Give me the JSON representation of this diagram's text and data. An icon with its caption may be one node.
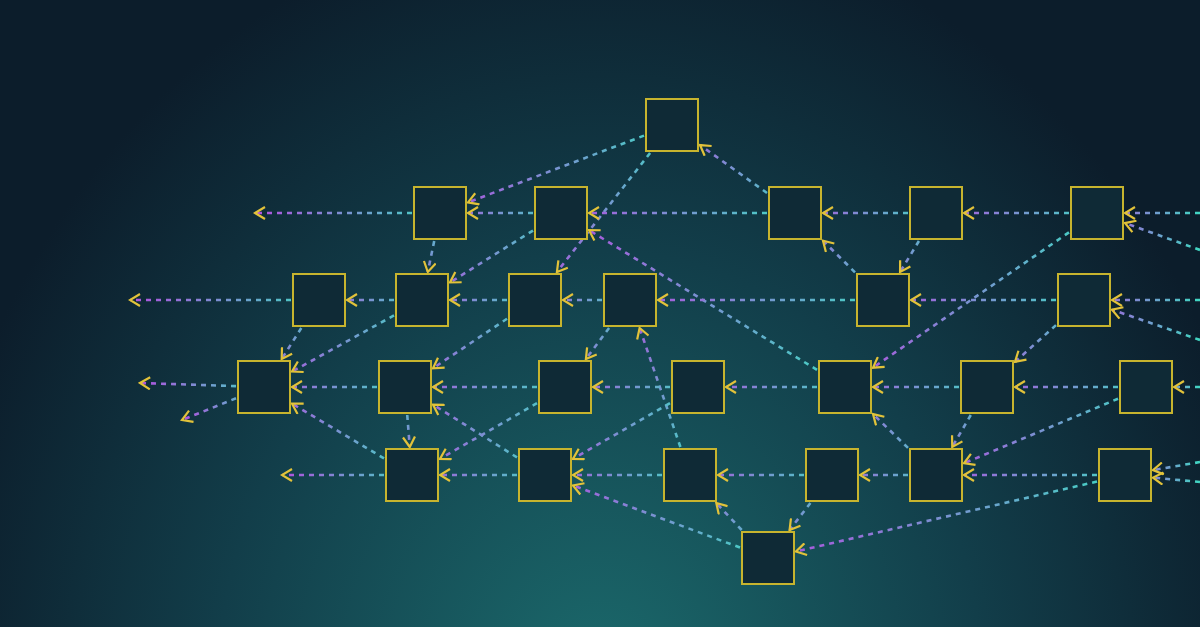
{
  "diagram": {
    "nodes": [
      {
        "text": [],
        "shape": "box"
      },
      {
        "text": [],
        "shape": "box"
      },
      {
        "text": [],
        "shape": "box"
      },
      {
        "text": [],
        "shape": "box"
      },
      {
        "text": [],
        "shape": "box"
      },
      {
        "text": [],
        "shape": "box"
      },
      {
        "text": [],
        "shape": "box"
      },
      {
        "text": [],
        "shape": "box"
      },
      {
        "text": [],
        "shape": "box"
      },
      {
        "text": [],
        "shape": "box"
      },
      {
        "text": [],
        "shape": "box"
      },
      {
        "text": [],
        "shape": "box"
      },
      {
        "text": [],
        "shape": "box"
      },
      {
        "text": [],
        "shape": "box"
      },
      {
        "text": [],
        "shape": "box"
      },
      {
        "text": [],
        "shape": "box"
      },
      {
        "text": [],
        "shape": "box"
      },
      {
        "text": [],
        "shape": "box"
      },
      {
        "text": [],
        "shape": "box"
      },
      {
        "text": [],
        "shape": "box"
      },
      {
        "text": [],
        "shape": "box"
      },
      {
        "text": [],
        "shape": "box"
      },
      {
        "text": [],
        "shape": "box"
      },
      {
        "text": [],
        "shape": "box"
      },
      {
        "text": [],
        "shape": "box"
      },
      {
        "text": [],
        "shape": "box"
      }
    ],
    "edges": [
      {
        "from": 0,
        "to": 1,
        "arrow": "to"
      },
      {
        "from": 0,
        "to": 8,
        "arrow": "to"
      },
      {
        "from": 3,
        "to": 0,
        "arrow": "to"
      },
      {
        "from": 3,
        "to": 2,
        "arrow": "to"
      },
      {
        "from": 2,
        "to": 1,
        "arrow": "to"
      },
      {
        "from": 4,
        "to": 3,
        "arrow": "to"
      },
      {
        "from": 5,
        "to": 4,
        "arrow": "to"
      },
      {
        "from": 1,
        "to": null,
        "arrow": "to"
      },
      {
        "from": 1,
        "to": 7,
        "arrow": "to"
      },
      {
        "from": 2,
        "to": 7,
        "arrow": "to"
      },
      {
        "from": 16,
        "to": 2,
        "arrow": "to"
      },
      {
        "from": 10,
        "to": 3,
        "arrow": "to"
      },
      {
        "from": 4,
        "to": 10,
        "arrow": "to"
      },
      {
        "from": 10,
        "to": 9,
        "arrow": "to"
      },
      {
        "from": 5,
        "to": 16,
        "arrow": "to"
      },
      {
        "from": 11,
        "to": 10,
        "arrow": "to"
      },
      {
        "from": 11,
        "to": 17,
        "arrow": "to"
      },
      {
        "from": 23,
        "to": 16,
        "arrow": "to"
      },
      {
        "from": 17,
        "to": 16,
        "arrow": "to"
      },
      {
        "from": 16,
        "to": 15,
        "arrow": "to"
      },
      {
        "from": 17,
        "to": 23,
        "arrow": "to"
      },
      {
        "from": 18,
        "to": 17,
        "arrow": "to"
      },
      {
        "from": 18,
        "to": 23,
        "arrow": "to"
      },
      {
        "from": 24,
        "to": 23,
        "arrow": "to"
      },
      {
        "from": 24,
        "to": 25,
        "arrow": "to"
      },
      {
        "from": 23,
        "to": 22,
        "arrow": "to"
      },
      {
        "from": 22,
        "to": 25,
        "arrow": "to"
      },
      {
        "from": 22,
        "to": 21,
        "arrow": "to"
      },
      {
        "from": 21,
        "to": 20,
        "arrow": "to"
      },
      {
        "from": 25,
        "to": 21,
        "arrow": "to"
      },
      {
        "from": 25,
        "to": 20,
        "arrow": "to"
      },
      {
        "from": 21,
        "to": 9,
        "arrow": "to"
      },
      {
        "from": 15,
        "to": 14,
        "arrow": "to"
      },
      {
        "from": 15,
        "to": 20,
        "arrow": "to"
      },
      {
        "from": 14,
        "to": 13,
        "arrow": "to"
      },
      {
        "from": 9,
        "to": 14,
        "arrow": "to"
      },
      {
        "from": 9,
        "to": 8,
        "arrow": "to"
      },
      {
        "from": 8,
        "to": 7,
        "arrow": "to"
      },
      {
        "from": 7,
        "to": 6,
        "arrow": "to"
      },
      {
        "from": 6,
        "to": null,
        "arrow": "to"
      },
      {
        "from": 6,
        "to": 12,
        "arrow": "to"
      },
      {
        "from": 7,
        "to": 12,
        "arrow": "to"
      },
      {
        "from": 8,
        "to": 13,
        "arrow": "to"
      },
      {
        "from": 13,
        "to": 12,
        "arrow": "to"
      },
      {
        "from": 12,
        "to": null,
        "arrow": "to"
      },
      {
        "from": 12,
        "to": null,
        "arrow": "to"
      },
      {
        "from": 13,
        "to": 19,
        "arrow": "to"
      },
      {
        "from": 19,
        "to": 12,
        "arrow": "to"
      },
      {
        "from": 20,
        "to": 19,
        "arrow": "to"
      },
      {
        "from": 19,
        "to": null,
        "arrow": "to"
      },
      {
        "from": 20,
        "to": 13,
        "arrow": "to"
      },
      {
        "from": 14,
        "to": 19,
        "arrow": "to"
      },
      {
        "from": null,
        "to": 5,
        "arrow": "to"
      },
      {
        "from": null,
        "to": 5,
        "arrow": "to"
      },
      {
        "from": null,
        "to": 11,
        "arrow": "to"
      },
      {
        "from": null,
        "to": 11,
        "arrow": "to"
      },
      {
        "from": null,
        "to": 18,
        "arrow": "to"
      },
      {
        "from": null,
        "to": 24,
        "arrow": "to"
      },
      {
        "from": null,
        "to": 24,
        "arrow": "to"
      }
    ]
  }
}
